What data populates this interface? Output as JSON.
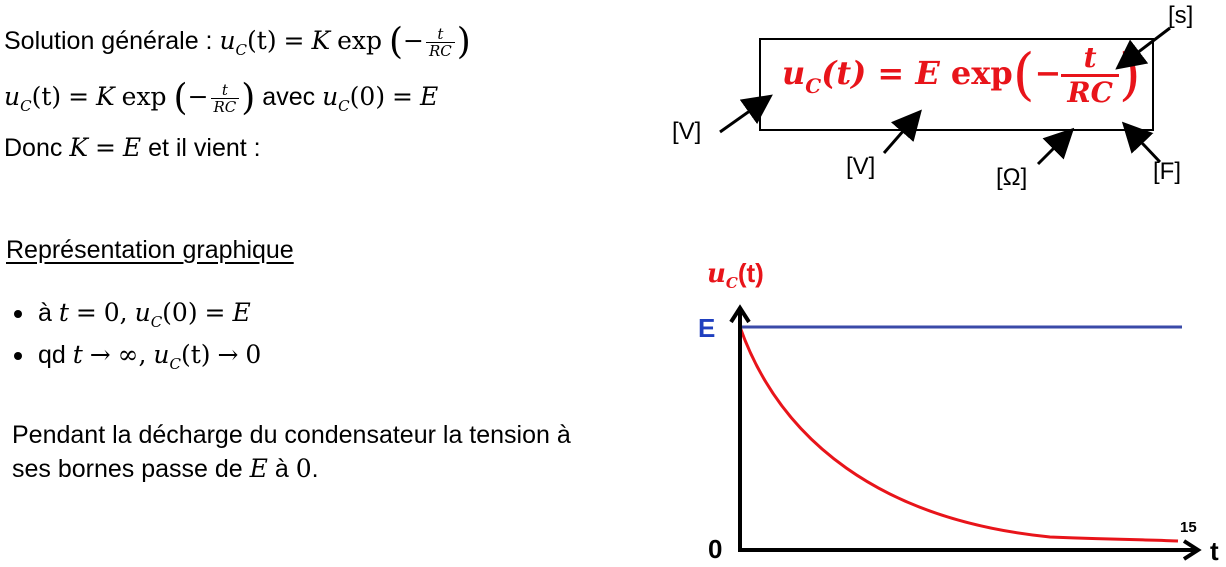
{
  "left_text": {
    "line1_label": "Solution générale :",
    "line2_suffix": "avec",
    "line3_prefix": "Donc",
    "line3_and": "et il vient :"
  },
  "math": {
    "uC": "u",
    "sub_C": "C",
    "t_var": "(t)",
    "eq": "=",
    "K": "K",
    "E": "E",
    "exp": "exp",
    "minus": "−",
    "t": "t",
    "RC": "RC",
    "uC0": "(0)",
    "zero": "0",
    "infty": "∞",
    "arrow": "→"
  },
  "formula": {
    "lhs": "u",
    "sub": "C",
    "arg": "(t)",
    "eq": "=",
    "E": "E",
    "exp": "exp",
    "minus": "−",
    "num": "t",
    "den": "RC"
  },
  "units": {
    "lhs": "[V]",
    "E": "[V]",
    "t": "[s]",
    "R": "[Ω]",
    "C": "[F]"
  },
  "section": {
    "heading": "Représentation graphique",
    "bullet1_prefix": "à",
    "bullet2_prefix": "qd",
    "paragraph_line1": "Pendant la décharge du condensateur la tension à",
    "paragraph_line2_a": "ses bornes passe de",
    "paragraph_line2_b": "à"
  },
  "graph": {
    "y_label_var": "u",
    "y_label_sub": "C",
    "y_label_arg": "(t)",
    "label_E": "E",
    "label_zero": "0",
    "label_t": "t",
    "colors": {
      "asymptote": "#3a4aa8",
      "curve": "#e8141a",
      "axis": "#000000"
    }
  },
  "page_number": "15"
}
